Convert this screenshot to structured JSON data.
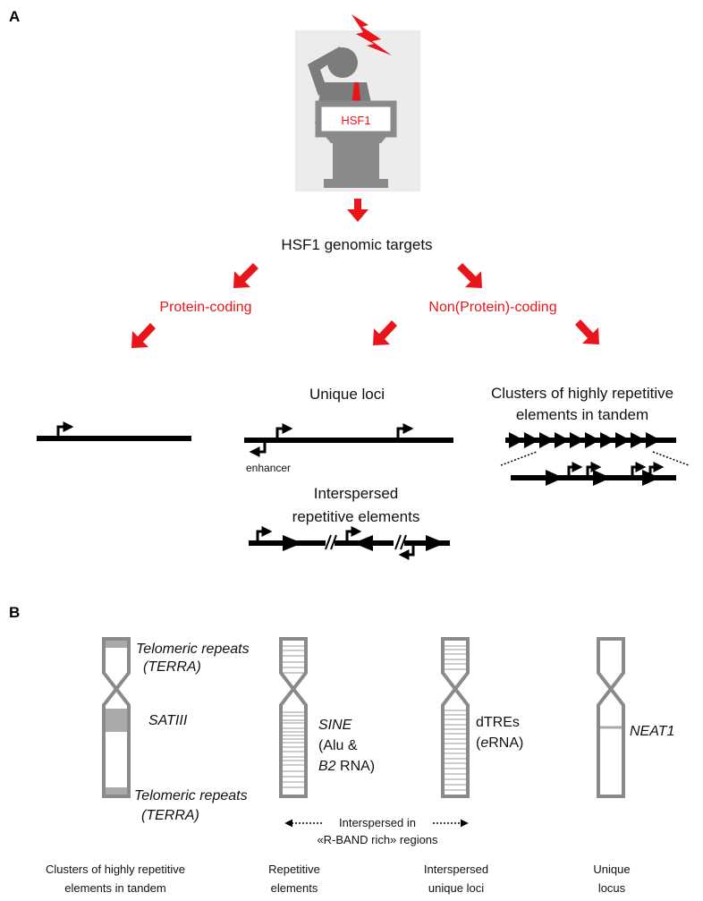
{
  "panel_a": {
    "label": "A",
    "speaker_label": "HSF1",
    "title": "HSF1 genomic targets",
    "left_category": "Protein-coding",
    "right_category": "Non(Protein)-coding",
    "unique_loci": "Unique loci",
    "enhancer": "enhancer",
    "clusters_line1": "Clusters of highly repetitive",
    "clusters_line2": "elements in tandem",
    "interspersed_line1": "Interspersed",
    "interspersed_line2": "repetitive elements"
  },
  "panel_b": {
    "label": "B",
    "chr1": {
      "telomeric_top_1": "Telomeric repeats",
      "telomeric_top_2": "(TERRA)",
      "satiii": "SATIII",
      "telomeric_bottom_1": "Telomeric repeats",
      "telomeric_bottom_2": "(TERRA)"
    },
    "chr2": {
      "line1": "SINE",
      "line2": "(Alu &",
      "line3_italic": "B2",
      "line3_rest": " RNA)"
    },
    "chr3": {
      "line1": "dTREs",
      "line2_italic": "e",
      "line2_rest": "RNA)",
      "line2_open": "("
    },
    "chr4": {
      "line1": "NEAT1"
    },
    "interspersed_1": "Interspersed in",
    "interspersed_2": "«R-BAND rich» regions",
    "captions": [
      {
        "line1": "Clusters of highly repetitive",
        "line2": "elements in tandem"
      },
      {
        "line1": "Repetitive",
        "line2": "elements"
      },
      {
        "line1": "Interspersed",
        "line2": "unique loci"
      },
      {
        "line1": "Unique",
        "line2": "locus"
      }
    ]
  },
  "colors": {
    "accent_red": "#e8161b",
    "chromosome_gray": "#8a8a8a",
    "fill_gray": "#aaaaaa"
  }
}
